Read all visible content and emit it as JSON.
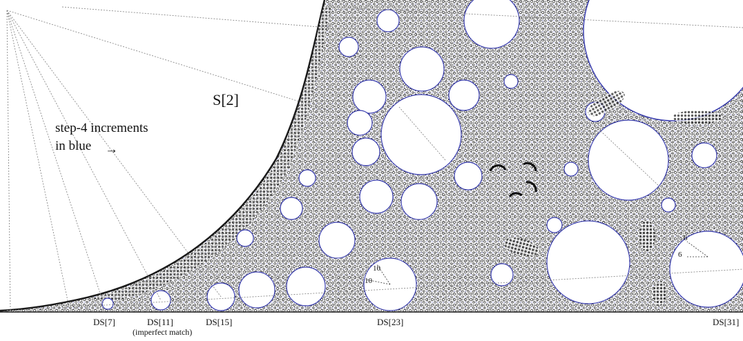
{
  "figure": {
    "region_label": "S[2]",
    "legend": {
      "line1": "step-4 increments",
      "line2": "in blue",
      "arrow": "→"
    },
    "ds_labels": [
      {
        "id": "ds-7",
        "text": "DS[7]"
      },
      {
        "id": "ds-11",
        "text": "DS[11]"
      },
      {
        "id": "ds-15",
        "text": "DS[15]"
      },
      {
        "id": "ds-23",
        "text": "DS[23]"
      },
      {
        "id": "ds-31",
        "text": "DS[31]"
      }
    ],
    "note": "(imperfect match)",
    "radius_labels": {
      "a": "10",
      "b": "10",
      "c": "6",
      "d": "6"
    },
    "colors": {
      "ink": "#1a1a1a",
      "blue": "#3b3fb0",
      "guide": "#8a8a8a",
      "background": "#ffffff"
    }
  }
}
